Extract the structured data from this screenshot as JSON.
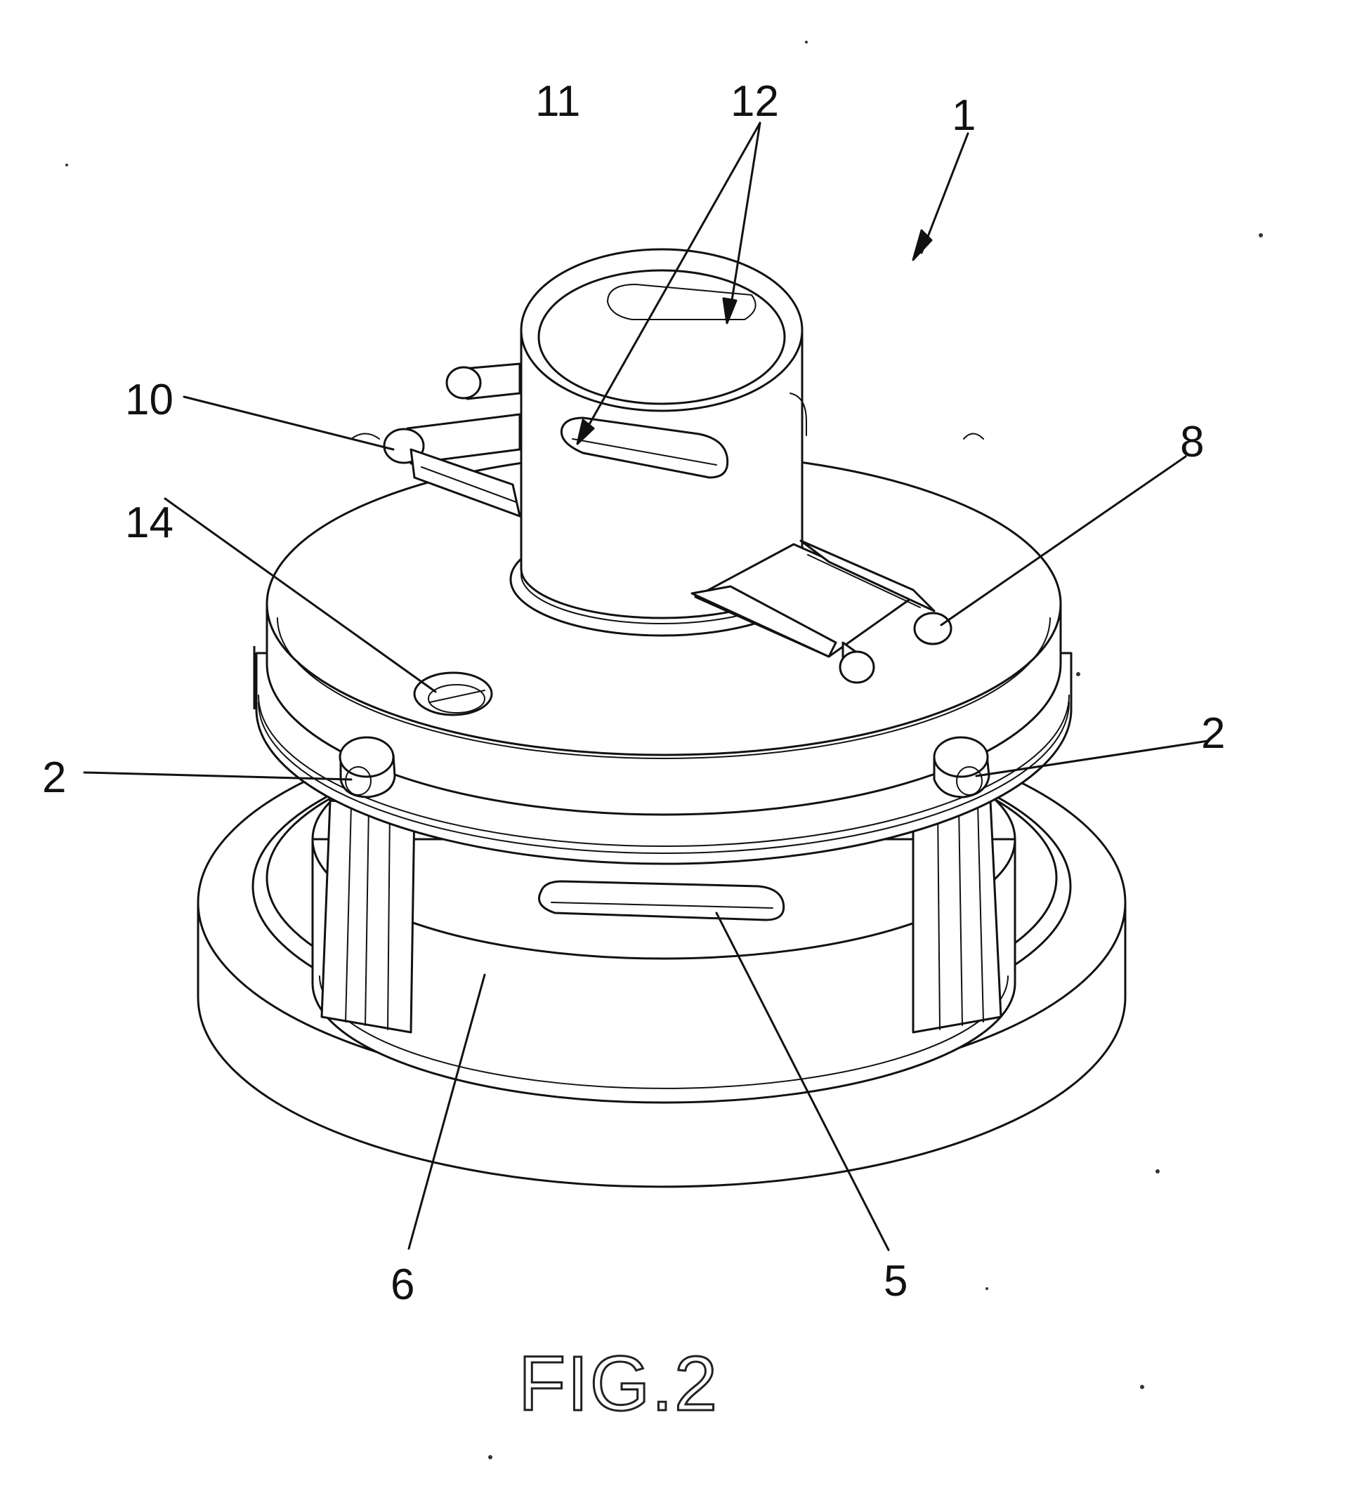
{
  "figure": {
    "caption": "FIG.2",
    "labels": {
      "assembly": "1",
      "pin_left": "2",
      "pin_right": "2",
      "slot": "5",
      "base": "6",
      "tube": "8",
      "clip": "10",
      "cup": "11",
      "groove": "12",
      "hole": "14"
    }
  }
}
